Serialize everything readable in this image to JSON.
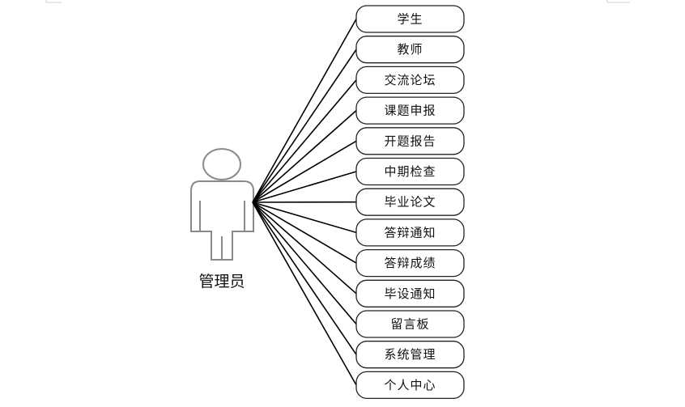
{
  "actor": {
    "label": "管理员",
    "icon": "person-icon"
  },
  "use_cases": [
    "学生",
    "教师",
    "交流论坛",
    "课题申报",
    "开题报告",
    "中期检查",
    "毕业论文",
    "答辩通知",
    "答辩成绩",
    "毕设通知",
    "留言板",
    "系统管理",
    "个人中心"
  ],
  "colors": {
    "line": "#000000",
    "box_border": "#222222",
    "actor_stroke": "#8a8a8a"
  }
}
